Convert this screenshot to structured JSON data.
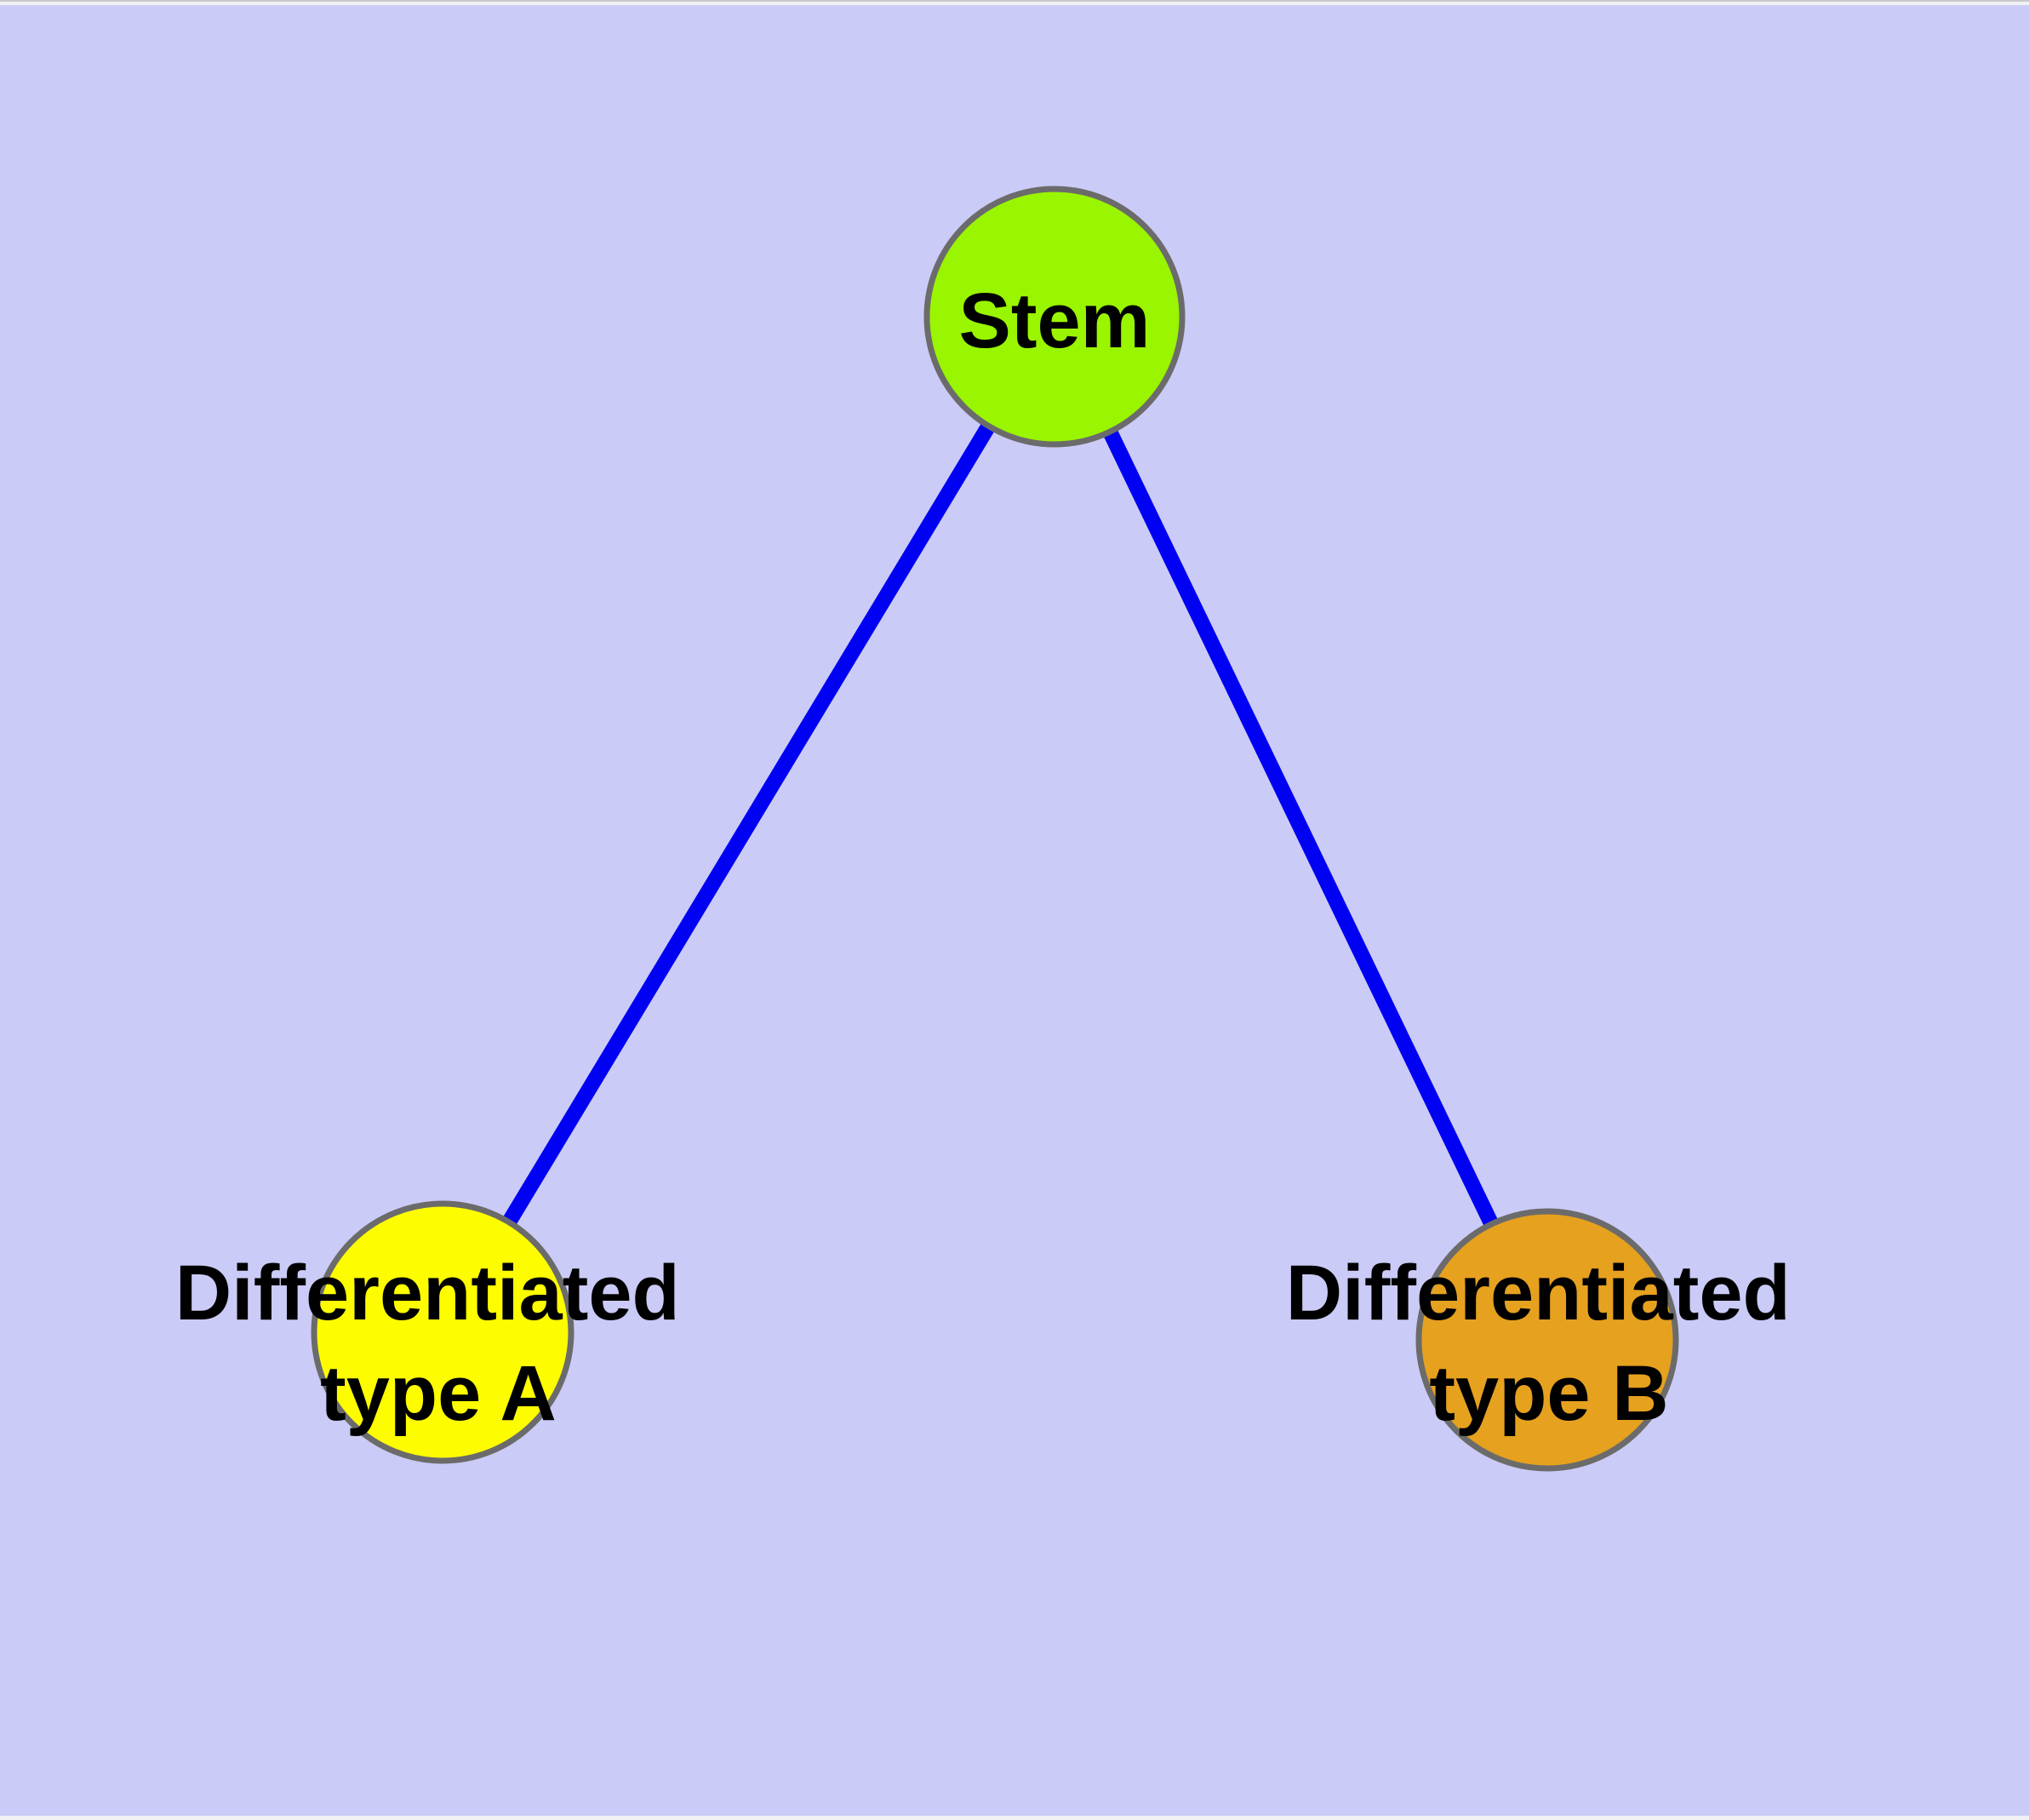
{
  "diagram": {
    "background_color": "#cbcbf7",
    "frame_color": "#f2f2f6",
    "top_hairline_color": "#c9c9cc",
    "text_color": "#000000",
    "nodes": [
      {
        "id": "stem",
        "label": "Stem",
        "label_lines": [
          "Stem"
        ],
        "fill_color": "#9af500",
        "border_color": "#6b6b6b"
      },
      {
        "id": "differentiated-type-a",
        "label": "Differentiated type A",
        "label_lines": [
          "Differentiated",
          "type A"
        ],
        "fill_color": "#fdfd00",
        "border_color": "#6b6b6b"
      },
      {
        "id": "differentiated-type-b",
        "label": "Differentiated type B",
        "label_lines": [
          "Differentiated",
          "type B"
        ],
        "fill_color": "#e6a11f",
        "border_color": "#6b6b6b"
      }
    ],
    "edges": [
      {
        "from": "stem",
        "to": "differentiated-type-a",
        "color": "#0000f2"
      },
      {
        "from": "stem",
        "to": "differentiated-type-b",
        "color": "#0000f2"
      }
    ]
  }
}
